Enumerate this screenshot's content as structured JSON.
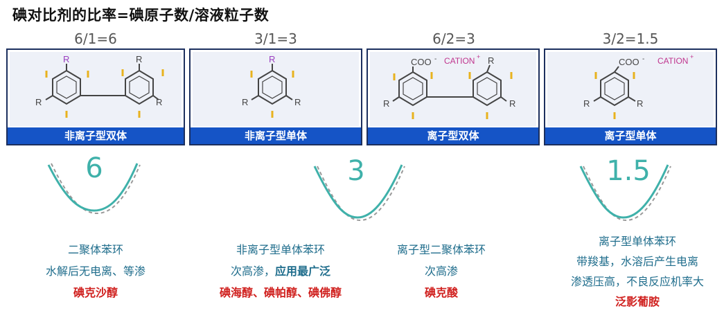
{
  "title": "碘对比剂的比率=碘原子数/溶液粒子数",
  "columns": [
    {
      "ratio": "6/1=6",
      "type_label": "非离子型双体",
      "big_value": "6",
      "desc": [
        "二聚体苯环",
        "水解后无电离、等渗"
      ],
      "drugs": "碘克沙醇"
    },
    {
      "ratio": "3/1=3",
      "type_label": "非离子型单体",
      "big_value": "3",
      "desc": [
        "非离子型单体苯环",
        "次高渗，"
      ],
      "desc_bold": "应用最广泛",
      "drugs": "碘海醇、碘帕醇、碘佛醇"
    },
    {
      "ratio": "6/2=3",
      "type_label": "离子型双体",
      "desc": [
        "离子型二聚体苯环",
        "次高渗"
      ],
      "drugs": "碘克酸"
    },
    {
      "ratio": "3/2=1.5",
      "type_label": "离子型单体",
      "big_value": "1.5",
      "desc": [
        "离子型单体苯环",
        "带羧基，水溶后产生电离",
        "渗透压高，不良反应机率大"
      ],
      "drugs": "泛影葡胺"
    }
  ],
  "structure_labels": {
    "r": "R",
    "iodine": "I",
    "coo": "COO",
    "minus": "-",
    "cation": "CATION",
    "plus": "+"
  },
  "colors": {
    "bar": "#1554c6",
    "iodine": "#e8b21e",
    "r_top": "#9b3fc0",
    "cation": "#c0358e",
    "curve": "#3fb1aa",
    "drug_text": "#d0211f",
    "desc_text": "#1f6d8c"
  }
}
